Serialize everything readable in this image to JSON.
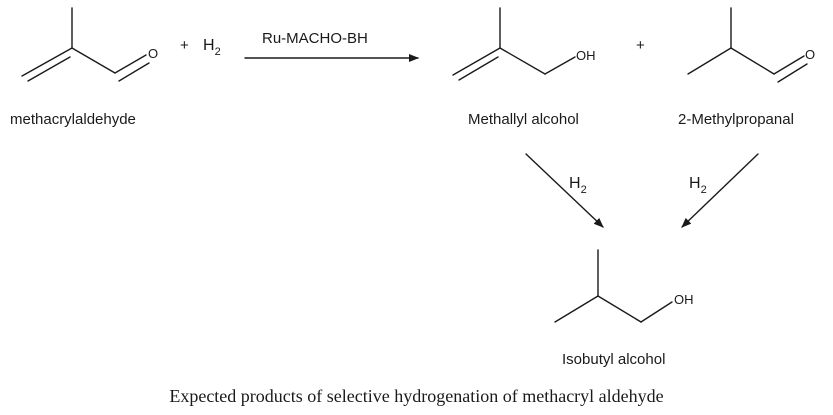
{
  "atoms": {
    "oxygen": "O",
    "hydroxyl": "OH"
  },
  "compounds": {
    "reactant": "methacrylaldehyde",
    "product_a": "Methallyl alcohol",
    "product_b": "2-Methylpropanal",
    "final": "Isobutyl alcohol"
  },
  "reaction": {
    "plus": "+",
    "hydrogen": "H",
    "hydrogen_subscript": "2",
    "catalyst": "Ru-MACHO-BH"
  },
  "caption": "Expected products of selective hydrogenation of methacryl aldehyde"
}
